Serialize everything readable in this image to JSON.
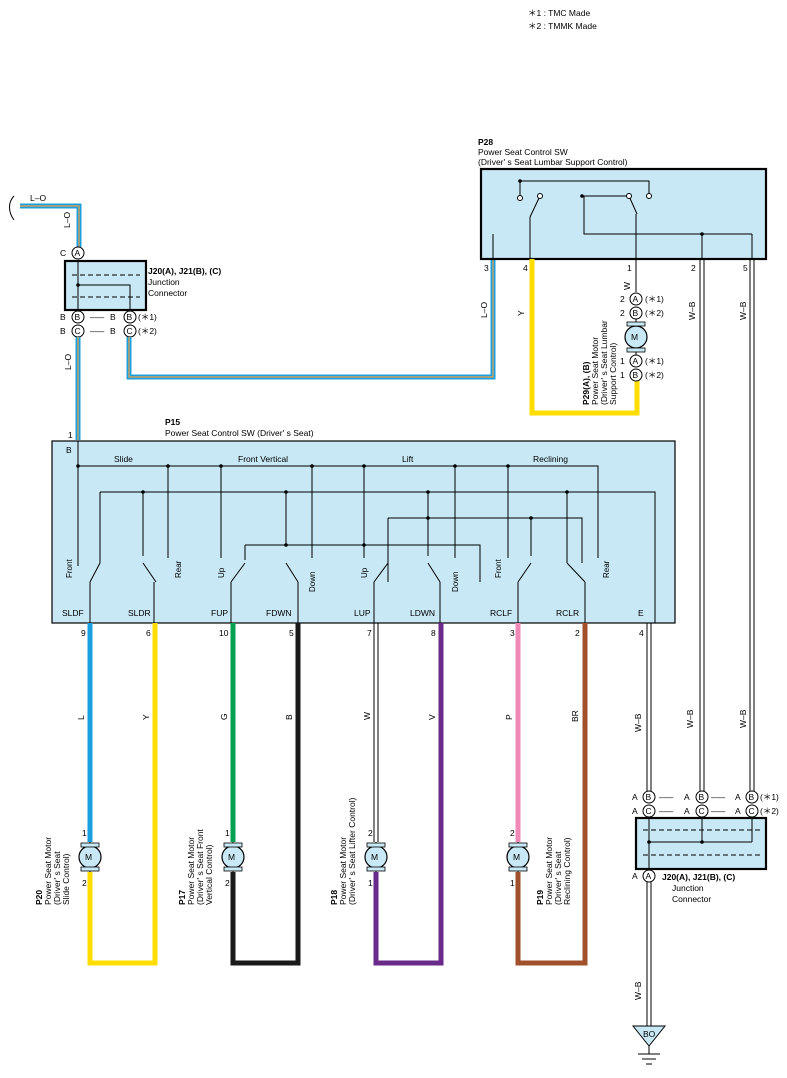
{
  "notes": [
    "＊1 : TMC Made",
    "＊2 : TMMK Made"
  ],
  "colors": {
    "box_fill": "#c8e8f6",
    "blue": "#1aa0e0",
    "light_blue": "#7fd0f0",
    "orange_stripe": "#f0a040",
    "yellow": "#ffdd00",
    "green": "#00a050",
    "black": "#1a1a1a",
    "violet": "#6a2a8a",
    "pink": "#f088b8",
    "brown": "#a0502a"
  },
  "top_wire": {
    "color_code": "L–O",
    "side_label": "L–O"
  },
  "junction_top": {
    "title": "J20(A), J21(B), (C)",
    "desc_line1": "Junction",
    "desc_line2": "Connector",
    "pin_c_label": "C",
    "pin_c_circle": "A",
    "row1": {
      "left_letter": "B",
      "left_circle": "B",
      "dash": "–––",
      "right_letter": "B",
      "right_circle": "B",
      "note": "(＊1)"
    },
    "row2": {
      "left_letter": "B",
      "left_circle": "C",
      "dash": "–––",
      "right_letter": "B",
      "right_circle": "C",
      "note": "(＊2)"
    },
    "down_wire_label": "L–O"
  },
  "p28": {
    "code": "P28",
    "name": "Power Seat Control SW",
    "sub": "(Driver' s Seat Lumbar Support Control)",
    "pins": [
      "3",
      "4",
      "1",
      "2",
      "5"
    ],
    "wire_labels": [
      "L–O",
      "Y",
      "W",
      "W–B",
      "W–B"
    ]
  },
  "p29": {
    "code": "P29(A), (B)",
    "line1": "Power Seat Motor",
    "line2": "(Driver' s Seat Lumbar",
    "line3": "Support Control)",
    "pin_rows": [
      {
        "pin": "2",
        "circle": "A",
        "note": "(＊1)"
      },
      {
        "pin": "2",
        "circle": "B",
        "note": "(＊2)"
      },
      {
        "pin": "1",
        "circle": "A",
        "note": "(＊1)"
      },
      {
        "pin": "1",
        "circle": "B",
        "note": "(＊2)"
      }
    ],
    "motor": "M"
  },
  "p15": {
    "code": "P15",
    "name": "Power Seat Control SW (Driver' s Seat)",
    "top_pin": "1",
    "top_letter": "B",
    "sections": [
      "Slide",
      "Front Vertical",
      "Lift",
      "Reclining"
    ],
    "contact_labels": [
      "Front",
      "Rear",
      "Up",
      "Down",
      "Up",
      "Down",
      "Front",
      "Rear"
    ],
    "terminals": [
      "SLDF",
      "SLDR",
      "FUP",
      "FDWN",
      "LUP",
      "LDWN",
      "RCLF",
      "RCLR",
      "E"
    ],
    "pins": [
      "9",
      "6",
      "10",
      "5",
      "7",
      "8",
      "3",
      "2",
      "4"
    ],
    "wire_labels": [
      "L",
      "Y",
      "G",
      "B",
      "W",
      "V",
      "P",
      "BR",
      "W–B"
    ]
  },
  "motors": [
    {
      "code": "P20",
      "line1": "Power Seat Motor",
      "line2": "(Driver' s Seat",
      "line3": "Slide Control)",
      "pin_top": "1",
      "pin_bottom": "2",
      "symbol": "M"
    },
    {
      "code": "P17",
      "line1": "Power Seat Motor",
      "line2": "(Driver' s Seat Front",
      "line3": "Vertical Control)",
      "pin_top": "1",
      "pin_bottom": "2",
      "symbol": "M"
    },
    {
      "code": "P18",
      "line1": "Power Seat Motor",
      "line2": "(Driver' s Seat Lifter Control)",
      "line3": "",
      "pin_top": "2",
      "pin_bottom": "1",
      "symbol": "M"
    },
    {
      "code": "P19",
      "line1": "Power Seat Motor",
      "line2": "(Driver' s Seat",
      "line3": "Reclining Control)",
      "pin_top": "2",
      "pin_bottom": "1",
      "symbol": "M"
    }
  ],
  "junction_bottom": {
    "title": "J20(A), J21(B), (C)",
    "desc_line1": "Junction",
    "desc_line2": "Connector",
    "row1": [
      "A",
      "B",
      "–––",
      "A",
      "B",
      "–––",
      "A",
      "B",
      "(＊1)"
    ],
    "row2": [
      "A",
      "C",
      "–––",
      "A",
      "C",
      "–––",
      "A",
      "C",
      "(＊2)"
    ],
    "out_letter": "A",
    "out_circle": "A",
    "out_wire_label": "W–B"
  },
  "ground": {
    "label": "BO"
  }
}
